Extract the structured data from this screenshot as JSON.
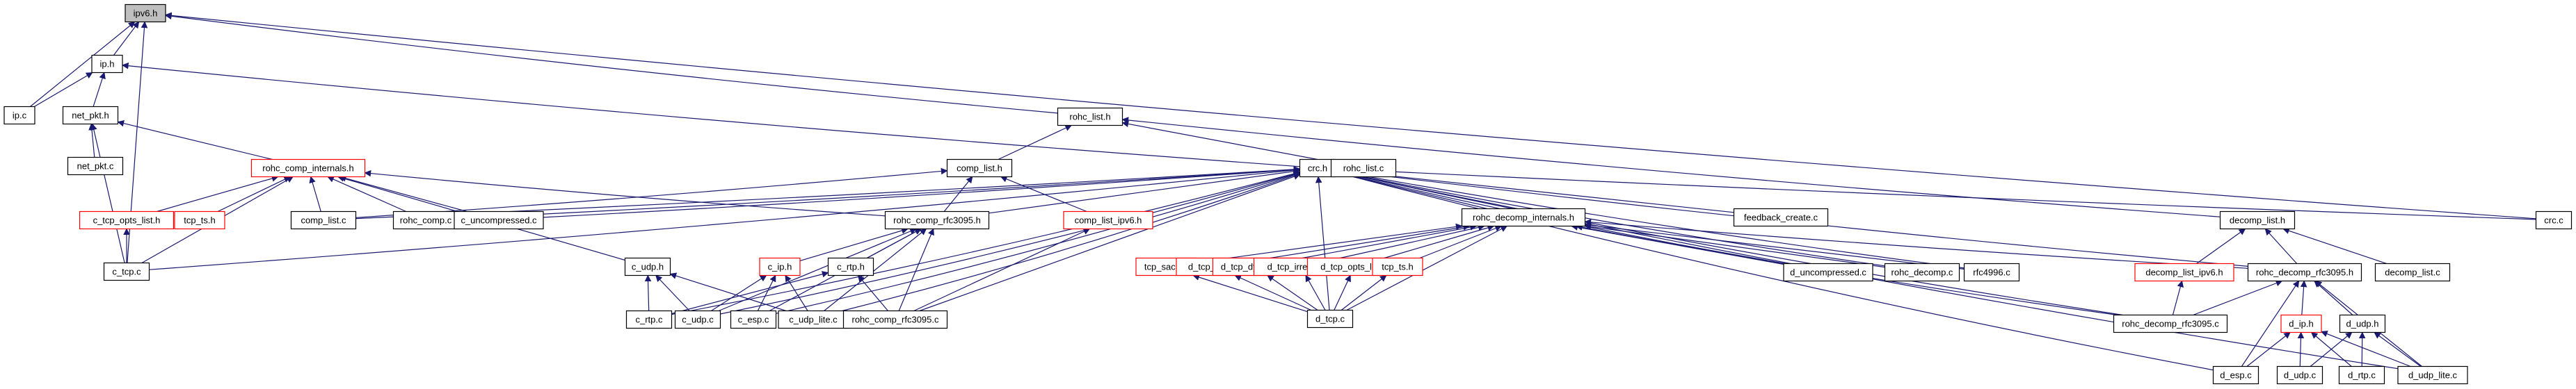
{
  "title": "ipv6.h include dependency graph",
  "colors": {
    "edge": "#191970",
    "node_border": "#000000",
    "node_border_truncated": "#ff0000",
    "root_fill": "#bfbfbf",
    "node_fill": "#ffffff"
  },
  "nodes": [
    {
      "id": "ipv6_h",
      "label": "ipv6.h",
      "style": "root"
    },
    {
      "id": "ip_h",
      "label": "ip.h",
      "style": "normal"
    },
    {
      "id": "ip_c",
      "label": "ip.c",
      "style": "normal"
    },
    {
      "id": "net_pkt_h",
      "label": "net_pkt.h",
      "style": "normal"
    },
    {
      "id": "net_pkt_c",
      "label": "net_pkt.c",
      "style": "normal"
    },
    {
      "id": "rohc_comp_internals_h",
      "label": "rohc_comp_internals.h",
      "style": "red"
    },
    {
      "id": "c_tcp_opts_list_h",
      "label": "c_tcp_opts_list.h",
      "style": "red"
    },
    {
      "id": "tcp_ts_h_c",
      "label": "tcp_ts.h",
      "style": "red"
    },
    {
      "id": "c_tcp_c",
      "label": "c_tcp.c",
      "style": "normal"
    },
    {
      "id": "comp_list_c",
      "label": "comp_list.c",
      "style": "normal"
    },
    {
      "id": "rohc_comp_c",
      "label": "rohc_comp.c",
      "style": "normal"
    },
    {
      "id": "c_uncompressed_c",
      "label": "c_uncompressed.c",
      "style": "normal"
    },
    {
      "id": "rohc_list_h",
      "label": "rohc_list.h",
      "style": "normal"
    },
    {
      "id": "comp_list_h",
      "label": "comp_list.h",
      "style": "normal"
    },
    {
      "id": "crc_h",
      "label": "crc.h",
      "style": "normal"
    },
    {
      "id": "rohc_list_c",
      "label": "rohc_list.c",
      "style": "normal"
    },
    {
      "id": "rohc_comp_rfc3095_h",
      "label": "rohc_comp_rfc3095.h",
      "style": "normal"
    },
    {
      "id": "comp_list_ipv6_h",
      "label": "comp_list_ipv6.h",
      "style": "red"
    },
    {
      "id": "c_udp_h",
      "label": "c_udp.h",
      "style": "normal"
    },
    {
      "id": "c_ip_h",
      "label": "c_ip.h",
      "style": "red"
    },
    {
      "id": "c_rtp_h",
      "label": "c_rtp.h",
      "style": "normal"
    },
    {
      "id": "c_rtp_c",
      "label": "c_rtp.c",
      "style": "normal"
    },
    {
      "id": "c_udp_c",
      "label": "c_udp.c",
      "style": "normal"
    },
    {
      "id": "c_esp_c",
      "label": "c_esp.c",
      "style": "normal"
    },
    {
      "id": "c_udp_lite_c",
      "label": "c_udp_lite.c",
      "style": "normal"
    },
    {
      "id": "rohc_comp_rfc3095_c",
      "label": "rohc_comp_rfc3095.c",
      "style": "normal"
    },
    {
      "id": "rohc_decomp_internals_h",
      "label": "rohc_decomp_internals.h",
      "style": "normal"
    },
    {
      "id": "feedback_create_c",
      "label": "feedback_create.c",
      "style": "normal"
    },
    {
      "id": "tcp_sack_h",
      "label": "tcp_sack.h",
      "style": "red"
    },
    {
      "id": "d_tcp_static_h",
      "label": "d_tcp_static.h",
      "style": "red"
    },
    {
      "id": "d_tcp_dynamic_h",
      "label": "d_tcp_dynamic.h",
      "style": "red"
    },
    {
      "id": "d_tcp_irregular_h",
      "label": "d_tcp_irregular.h",
      "style": "red"
    },
    {
      "id": "d_tcp_opts_list_h",
      "label": "d_tcp_opts_list.h",
      "style": "red"
    },
    {
      "id": "tcp_ts_h_d",
      "label": "tcp_ts.h",
      "style": "red"
    },
    {
      "id": "d_tcp_c",
      "label": "d_tcp.c",
      "style": "normal"
    },
    {
      "id": "d_uncompressed_c",
      "label": "d_uncompressed.c",
      "style": "normal"
    },
    {
      "id": "rohc_decomp_c",
      "label": "rohc_decomp.c",
      "style": "normal"
    },
    {
      "id": "rfc4996_c",
      "label": "rfc4996.c",
      "style": "normal"
    },
    {
      "id": "decomp_list_h",
      "label": "decomp_list.h",
      "style": "normal"
    },
    {
      "id": "decomp_list_ipv6_h",
      "label": "decomp_list_ipv6.h",
      "style": "red"
    },
    {
      "id": "rohc_decomp_rfc3095_h",
      "label": "rohc_decomp_rfc3095.h",
      "style": "normal"
    },
    {
      "id": "decomp_list_c",
      "label": "decomp_list.c",
      "style": "normal"
    },
    {
      "id": "rohc_decomp_rfc3095_c",
      "label": "rohc_decomp_rfc3095.c",
      "style": "normal"
    },
    {
      "id": "d_ip_h",
      "label": "d_ip.h",
      "style": "red"
    },
    {
      "id": "d_udp_h",
      "label": "d_udp.h",
      "style": "normal"
    },
    {
      "id": "d_esp_c",
      "label": "d_esp.c",
      "style": "normal"
    },
    {
      "id": "d_udp_c",
      "label": "d_udp.c",
      "style": "normal"
    },
    {
      "id": "d_rtp_c",
      "label": "d_rtp.c",
      "style": "normal"
    },
    {
      "id": "d_udp_lite_c",
      "label": "d_udp_lite.c",
      "style": "normal"
    },
    {
      "id": "crc_c",
      "label": "crc.c",
      "style": "normal"
    }
  ],
  "edges": [
    [
      "ip_h",
      "ipv6_h"
    ],
    [
      "ip_c",
      "ipv6_h"
    ],
    [
      "c_tcp_c",
      "ipv6_h"
    ],
    [
      "rohc_list_h",
      "ipv6_h"
    ],
    [
      "crc_c",
      "ipv6_h"
    ],
    [
      "ip_c",
      "ip_h"
    ],
    [
      "net_pkt_h",
      "ip_h"
    ],
    [
      "crc_h",
      "ip_h"
    ],
    [
      "net_pkt_c",
      "net_pkt_h"
    ],
    [
      "c_tcp_c",
      "net_pkt_h"
    ],
    [
      "rohc_comp_internals_h",
      "net_pkt_h"
    ],
    [
      "c_tcp_opts_list_h",
      "rohc_comp_internals_h"
    ],
    [
      "tcp_ts_h_c",
      "rohc_comp_internals_h"
    ],
    [
      "c_tcp_c",
      "rohc_comp_internals_h"
    ],
    [
      "c_udp_h",
      "rohc_comp_internals_h"
    ],
    [
      "comp_list_c",
      "rohc_comp_internals_h"
    ],
    [
      "rohc_comp_c",
      "rohc_comp_internals_h"
    ],
    [
      "c_uncompressed_c",
      "rohc_comp_internals_h"
    ],
    [
      "rohc_comp_rfc3095_h",
      "rohc_comp_internals_h"
    ],
    [
      "c_tcp_c",
      "c_tcp_opts_list_h"
    ],
    [
      "comp_list_h",
      "rohc_list_h"
    ],
    [
      "rohc_list_c",
      "rohc_list_h"
    ],
    [
      "decomp_list_h",
      "rohc_list_h"
    ],
    [
      "comp_list_c",
      "comp_list_h"
    ],
    [
      "rohc_comp_rfc3095_h",
      "comp_list_h"
    ],
    [
      "comp_list_ipv6_h",
      "comp_list_h"
    ],
    [
      "c_tcp_c",
      "crc_h"
    ],
    [
      "comp_list_c",
      "crc_h"
    ],
    [
      "rohc_comp_c",
      "crc_h"
    ],
    [
      "c_uncompressed_c",
      "crc_h"
    ],
    [
      "rohc_comp_rfc3095_h",
      "crc_h"
    ],
    [
      "c_rtp_c",
      "crc_h"
    ],
    [
      "c_udp_c",
      "crc_h"
    ],
    [
      "c_esp_c",
      "crc_h"
    ],
    [
      "c_udp_lite_c",
      "crc_h"
    ],
    [
      "rohc_comp_rfc3095_c",
      "crc_h"
    ],
    [
      "rohc_decomp_internals_h",
      "crc_h"
    ],
    [
      "feedback_create_c",
      "crc_h"
    ],
    [
      "d_tcp_c",
      "crc_h"
    ],
    [
      "d_uncompressed_c",
      "crc_h"
    ],
    [
      "rohc_decomp_c",
      "crc_h"
    ],
    [
      "rfc4996_c",
      "crc_h"
    ],
    [
      "rohc_decomp_rfc3095_h",
      "crc_h"
    ],
    [
      "rohc_decomp_rfc3095_c",
      "crc_h"
    ],
    [
      "d_esp_c",
      "crc_h"
    ],
    [
      "d_udp_lite_c",
      "crc_h"
    ],
    [
      "crc_c",
      "crc_h"
    ],
    [
      "c_ip_h",
      "rohc_comp_rfc3095_h"
    ],
    [
      "c_rtp_h",
      "rohc_comp_rfc3095_h"
    ],
    [
      "c_udp_c",
      "rohc_comp_rfc3095_h"
    ],
    [
      "c_esp_c",
      "rohc_comp_rfc3095_h"
    ],
    [
      "c_udp_lite_c",
      "rohc_comp_rfc3095_h"
    ],
    [
      "rohc_comp_rfc3095_c",
      "rohc_comp_rfc3095_h"
    ],
    [
      "rohc_comp_rfc3095_c",
      "comp_list_ipv6_h"
    ],
    [
      "c_rtp_c",
      "c_udp_h"
    ],
    [
      "c_udp_c",
      "c_udp_h"
    ],
    [
      "c_udp_lite_c",
      "c_udp_h"
    ],
    [
      "c_udp_c",
      "c_ip_h"
    ],
    [
      "c_esp_c",
      "c_ip_h"
    ],
    [
      "c_udp_lite_c",
      "c_ip_h"
    ],
    [
      "c_rtp_c",
      "c_rtp_h"
    ],
    [
      "rohc_comp_rfc3095_c",
      "c_rtp_h"
    ],
    [
      "tcp_sack_h",
      "rohc_decomp_internals_h"
    ],
    [
      "d_tcp_static_h",
      "rohc_decomp_internals_h"
    ],
    [
      "d_tcp_dynamic_h",
      "rohc_decomp_internals_h"
    ],
    [
      "d_tcp_irregular_h",
      "rohc_decomp_internals_h"
    ],
    [
      "d_tcp_opts_list_h",
      "rohc_decomp_internals_h"
    ],
    [
      "tcp_ts_h_d",
      "rohc_decomp_internals_h"
    ],
    [
      "d_tcp_c",
      "rohc_decomp_internals_h"
    ],
    [
      "d_uncompressed_c",
      "rohc_decomp_internals_h"
    ],
    [
      "rohc_decomp_c",
      "rohc_decomp_internals_h"
    ],
    [
      "rfc4996_c",
      "rohc_decomp_internals_h"
    ],
    [
      "rohc_decomp_rfc3095_h",
      "rohc_decomp_internals_h"
    ],
    [
      "rohc_decomp_rfc3095_c",
      "rohc_decomp_internals_h"
    ],
    [
      "d_tcp_c",
      "tcp_sack_h"
    ],
    [
      "d_tcp_c",
      "d_tcp_static_h"
    ],
    [
      "d_tcp_c",
      "d_tcp_dynamic_h"
    ],
    [
      "d_tcp_c",
      "d_tcp_irregular_h"
    ],
    [
      "d_tcp_c",
      "d_tcp_opts_list_h"
    ],
    [
      "d_tcp_c",
      "tcp_ts_h_d"
    ],
    [
      "decomp_list_ipv6_h",
      "decomp_list_h"
    ],
    [
      "rohc_decomp_rfc3095_h",
      "decomp_list_h"
    ],
    [
      "decomp_list_c",
      "decomp_list_h"
    ],
    [
      "rohc_decomp_rfc3095_c",
      "decomp_list_ipv6_h"
    ],
    [
      "rohc_decomp_rfc3095_c",
      "rohc_decomp_rfc3095_h"
    ],
    [
      "d_ip_h",
      "rohc_decomp_rfc3095_h"
    ],
    [
      "d_udp_h",
      "rohc_decomp_rfc3095_h"
    ],
    [
      "d_esp_c",
      "rohc_decomp_rfc3095_h"
    ],
    [
      "d_udp_lite_c",
      "rohc_decomp_rfc3095_h"
    ],
    [
      "d_esp_c",
      "d_ip_h"
    ],
    [
      "d_udp_c",
      "d_ip_h"
    ],
    [
      "d_rtp_c",
      "d_ip_h"
    ],
    [
      "d_udp_lite_c",
      "d_ip_h"
    ],
    [
      "d_udp_c",
      "d_udp_h"
    ],
    [
      "d_rtp_c",
      "d_udp_h"
    ],
    [
      "d_udp_lite_c",
      "d_udp_h"
    ]
  ]
}
